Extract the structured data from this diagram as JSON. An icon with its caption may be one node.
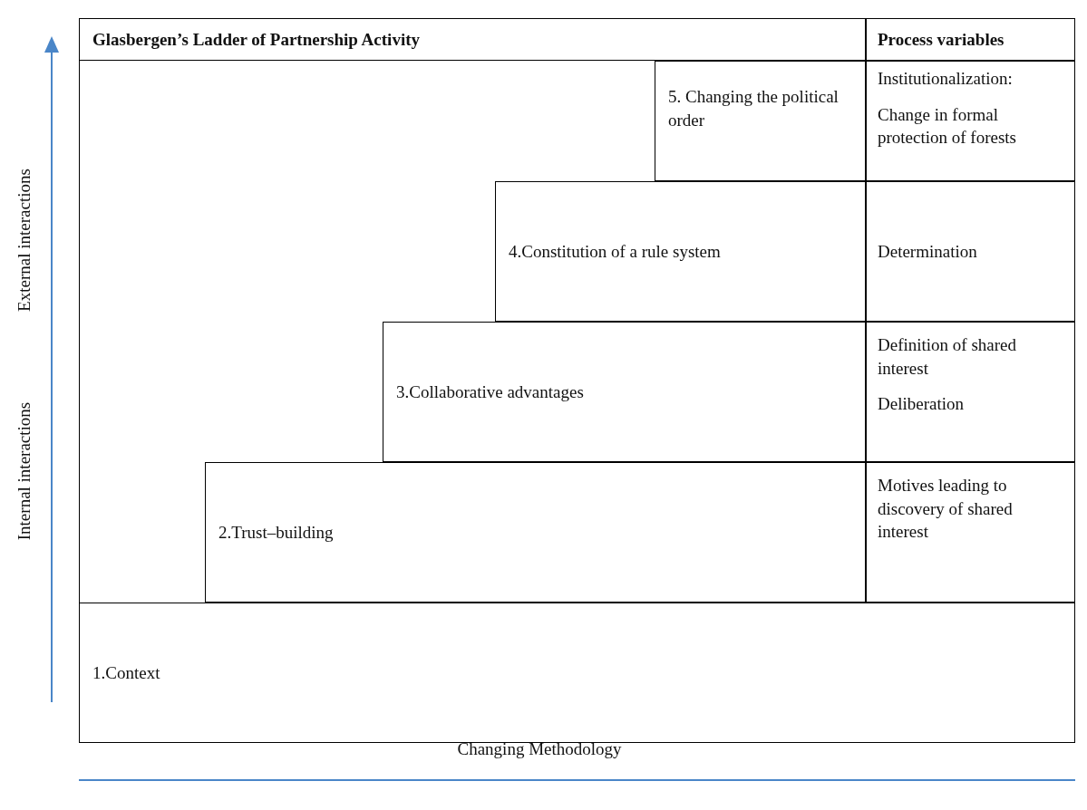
{
  "diagram": {
    "nodes": [
      {
        "text": [
          "Glasbergen’s Ladder of Partnership Activity"
        ]
      },
      {
        "text": [
          "Process variables"
        ]
      },
      {
        "text": [
          "5. Changing the political order"
        ]
      },
      {
        "text": [
          "Institutionalization:",
          "Change in formal protection of forests"
        ]
      },
      {
        "text": [
          "4.Constitution of a rule system"
        ]
      },
      {
        "text": [
          "Determination"
        ]
      },
      {
        "text": [
          "3.Collaborative advantages"
        ]
      },
      {
        "text": [
          "Definition of shared interest",
          "Deliberation"
        ]
      },
      {
        "text": [
          "2.Trust–building"
        ]
      },
      {
        "text": [
          "Motives leading to discovery of shared interest"
        ]
      },
      {
        "text": [
          "1.Context"
        ]
      }
    ],
    "edges": [],
    "labels": [
      "External interactions",
      "Internal interactions",
      "Changing Methodology"
    ]
  }
}
